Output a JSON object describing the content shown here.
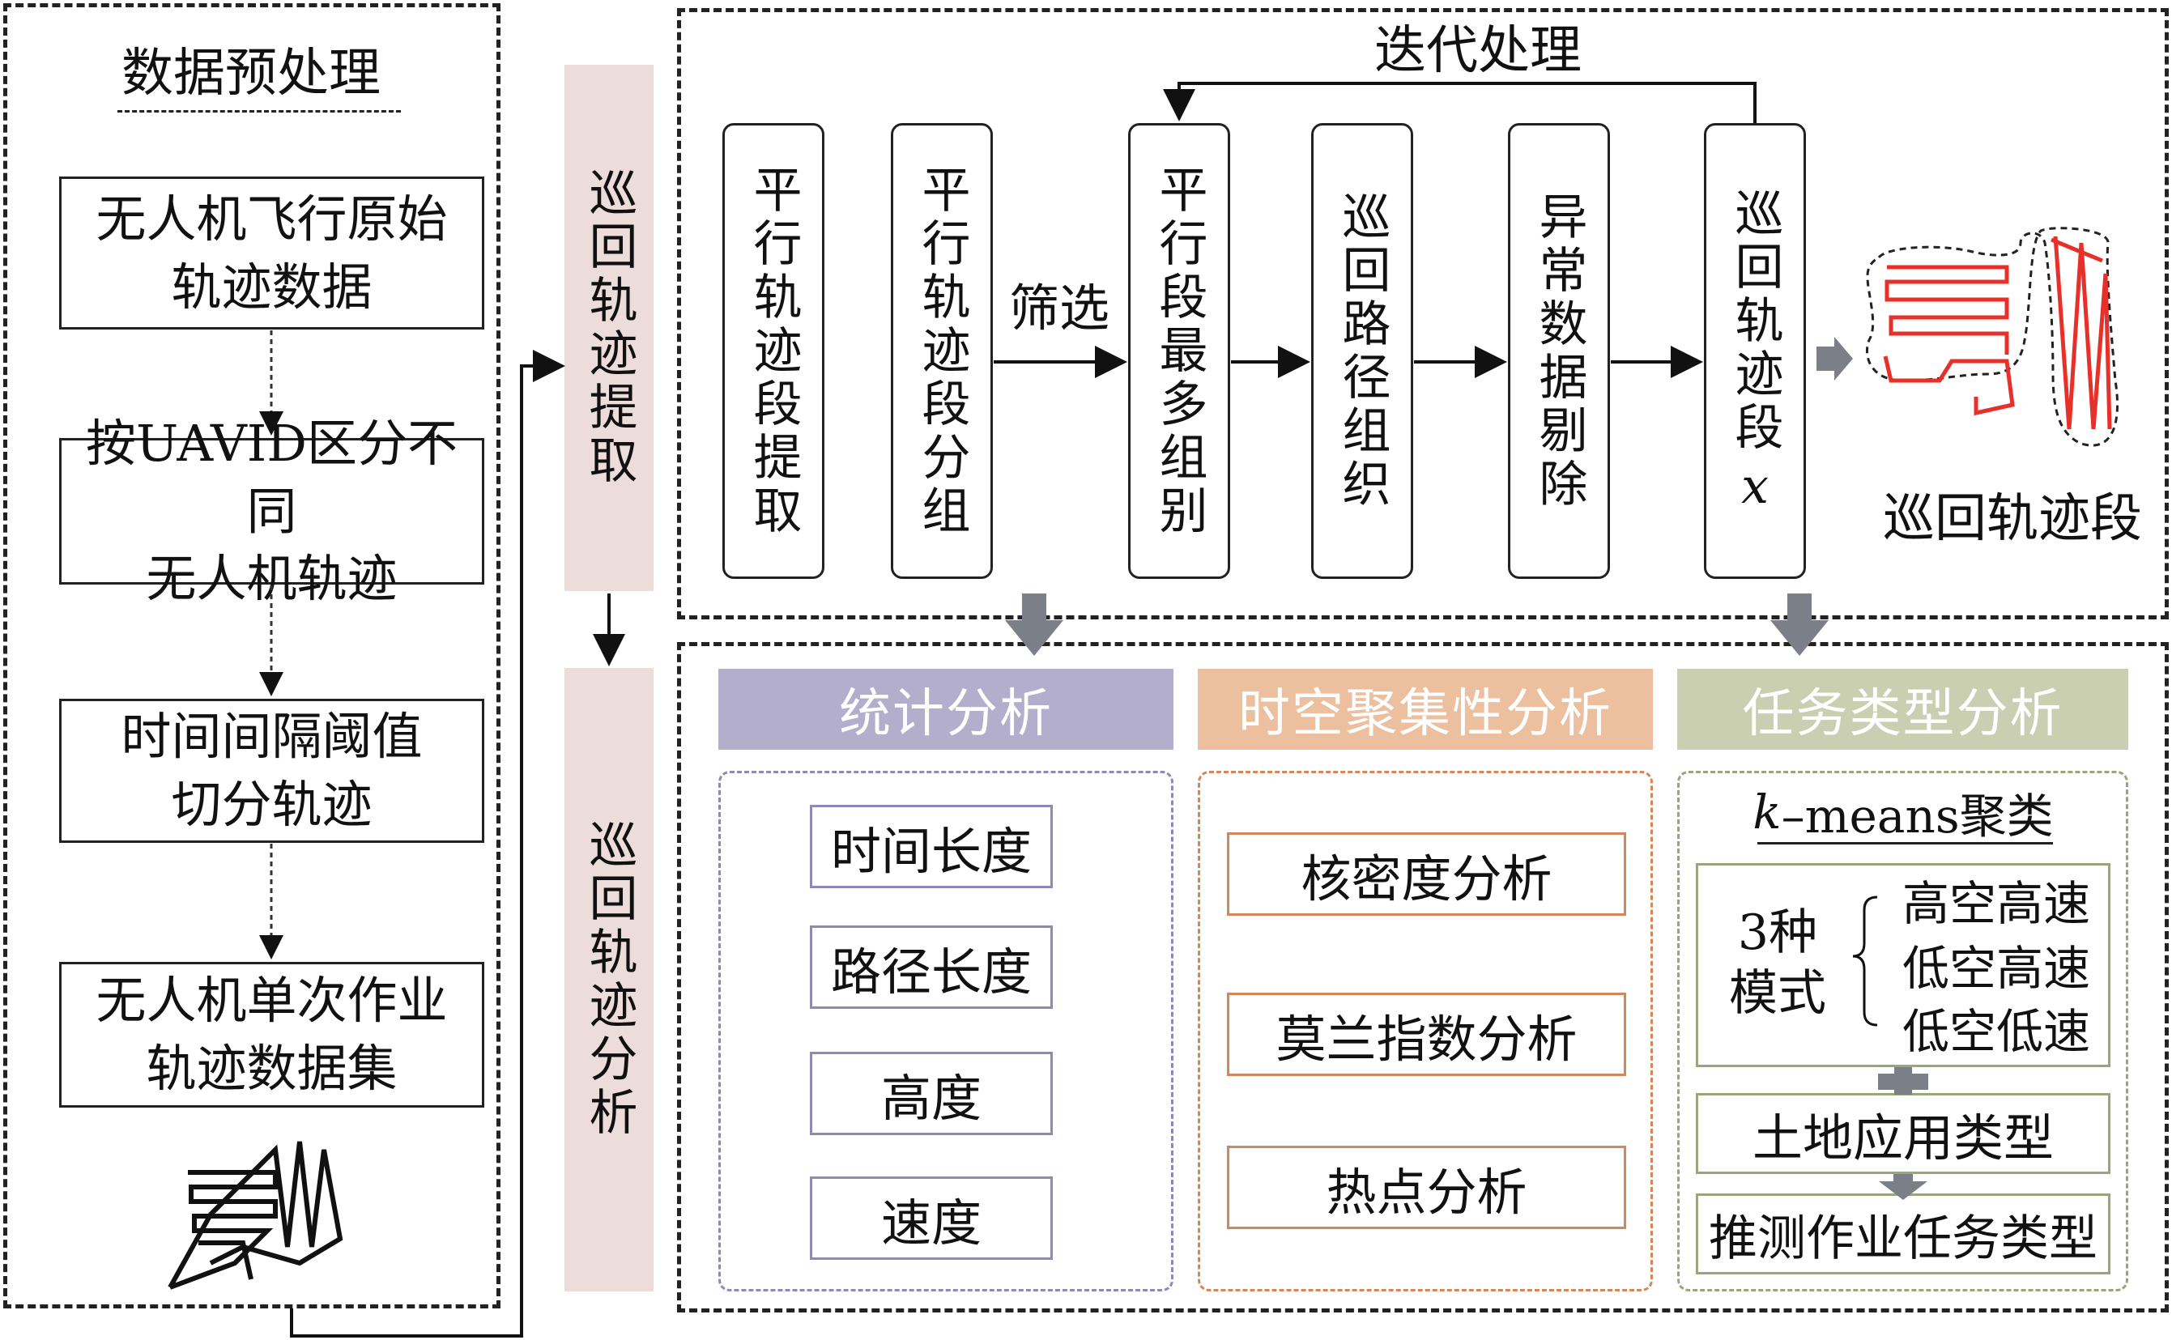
{
  "left_panel": {
    "title": "数据预处理",
    "steps": [
      "无人机飞行原始\n轨迹数据",
      "按UAVID区分不同\n无人机轨迹",
      "时间间隔阈值\n切分轨迹",
      "无人机单次作业\n轨迹数据集"
    ]
  },
  "middle": {
    "extract_label": "巡回轨迹提取",
    "analysis_label": "巡回轨迹分析"
  },
  "top_panel": {
    "iteration_label": "迭代处理",
    "filter_label": "筛选",
    "boxes": [
      "平行轨迹段提取",
      "平行轨迹段分组",
      "平行段最多组别",
      "巡回路径组织",
      "异常数据剔除",
      "巡回轨迹段"
    ],
    "box6_var": "x",
    "result_label": "巡回轨迹段"
  },
  "analysis": {
    "stat": {
      "title": "统计分析",
      "items": [
        "时间长度",
        "路径长度",
        "高度",
        "速度"
      ],
      "color": "#b3aecb",
      "border": "#8e89b5"
    },
    "spatio": {
      "title": "时空聚集性分析",
      "items": [
        "核密度分析",
        "莫兰指数分析",
        "热点分析"
      ],
      "color": "#ecbf9f",
      "border": "#d4875a"
    },
    "task": {
      "title": "任务类型分析",
      "color": "#c9cfb0",
      "border": "#9aa67a",
      "kmeans_k": "k",
      "kmeans_rest": "–means聚类",
      "modes_label": "3种\n模式",
      "modes": [
        "高空高速",
        "低空高速",
        "低空低速"
      ],
      "land_use": "土地应用类型",
      "infer": "推测作业任务类型"
    }
  },
  "colors": {
    "track_red": "#e8302a",
    "arrow_gray": "#7a7f88"
  }
}
